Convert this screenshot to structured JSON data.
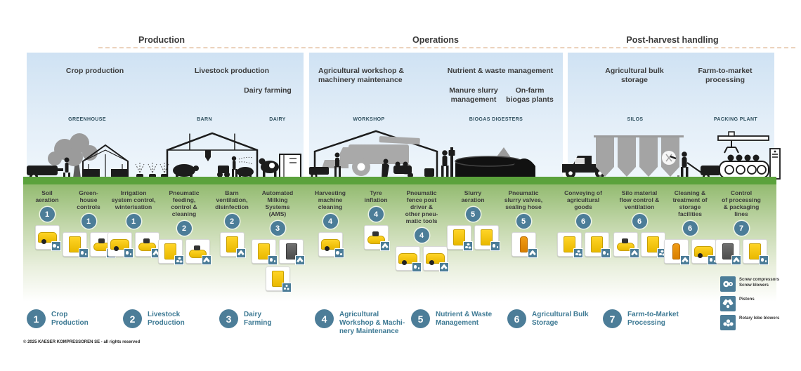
{
  "colors": {
    "accent_blue": "#4c7d98",
    "equipment_yellow": "#f3c300",
    "grass_green": "#5ba23c",
    "legend_text_blue": "#3e7a94",
    "sky_blue": "#cfe2f3"
  },
  "header": {
    "sections": [
      {
        "title": "Production"
      },
      {
        "title": "Operations"
      },
      {
        "title": "Post-harvest handling"
      }
    ]
  },
  "areas": [
    {
      "label": "Crop production"
    },
    {
      "label": "Livestock production"
    },
    {
      "label": "Dairy farming"
    },
    {
      "label": "Agricultural workshop &\nmachinery maintenance"
    },
    {
      "label": "Nutrient & waste management"
    },
    {
      "label": "Manure slurry\nmanagement"
    },
    {
      "label": "On-farm\nbiogas plants"
    },
    {
      "label": "Agricultural bulk\nstorage"
    },
    {
      "label": "Farm-to-market\nprocessing"
    }
  ],
  "buildings": [
    {
      "label": "GREENHOUSE"
    },
    {
      "label": "BARN"
    },
    {
      "label": "DAIRY"
    },
    {
      "label": "WORKSHOP"
    },
    {
      "label": "BIOGAS DIGESTERS"
    },
    {
      "label": "SILOS"
    },
    {
      "label": "PACKING PLANT"
    }
  ],
  "applications": [
    {
      "label": "Soil\naeration",
      "number": "1",
      "equipment": [
        "screw-compressor"
      ]
    },
    {
      "label": "Green-\nhouse\ncontrols",
      "number": "1",
      "equipment": [
        "screw-compressor",
        "piston-compressor"
      ]
    },
    {
      "label": "Irrigation\nsystem control,\nwinterisation",
      "number": "1",
      "equipment": [
        "screw-compressor",
        "piston-compressor"
      ]
    },
    {
      "label": "Pneumatic\nfeeding,\ncontrol &\ncleaning",
      "number": "2",
      "equipment": [
        "rotary-lobe-blower",
        "piston-compressor"
      ]
    },
    {
      "label": "Barn\nventilation,\ndisinfection",
      "number": "2",
      "equipment": [
        "piston-compressor"
      ]
    },
    {
      "label": "Automated\nMilking\nSystems\n(AMS)",
      "number": "3",
      "equipment": [
        "screw-compressor",
        "piston-compressor",
        "rotary-lobe-blower"
      ]
    },
    {
      "label": "Harvesting\nmachine\ncleaning",
      "number": "4",
      "equipment": [
        "screw-compressor"
      ]
    },
    {
      "label": "Tyre\ninflation",
      "number": "4",
      "equipment": [
        "piston-compressor"
      ]
    },
    {
      "label": "Pneumatic\nfence post\ndriver &\nother pneu-\nmatic tools",
      "number": "4",
      "equipment": [
        "screw-compressor",
        "piston-compressor"
      ]
    },
    {
      "label": "Slurry\naeration",
      "number": "5",
      "equipment": [
        "rotary-lobe-blower",
        "screw-compressor"
      ]
    },
    {
      "label": "Pneumatic\nslurry valves,\nsealing hose",
      "number": "5",
      "equipment": [
        "piston-compressor"
      ]
    },
    {
      "label": "Conveying of\nagricultural\ngoods",
      "number": "6",
      "equipment": [
        "rotary-lobe-blower",
        "screw-compressor"
      ]
    },
    {
      "label": "Silo material\nflow control &\nventilation",
      "number": "6",
      "equipment": [
        "piston-compressor",
        "rotary-lobe-blower"
      ]
    },
    {
      "label": "Cleaning &\ntreatment of\nstorage\nfacilities",
      "number": "6",
      "equipment": [
        "piston-compressor",
        "screw-compressor"
      ]
    },
    {
      "label": "Control\nof processing\n& packaging\nlines",
      "number": "7",
      "equipment": [
        "piston-compressor",
        "screw-compressor"
      ]
    }
  ],
  "legend": {
    "numbered": [
      {
        "number": "1",
        "label": "Crop\nProduction"
      },
      {
        "number": "2",
        "label": "Livestock\nProduction"
      },
      {
        "number": "3",
        "label": "Dairy\nFarming"
      },
      {
        "number": "4",
        "label": "Agricultural\nWorkshop & Machi-\nnery Maintenance"
      },
      {
        "number": "5",
        "label": "Nutrient & Waste\nManagement"
      },
      {
        "number": "6",
        "label": "Agricultural Bulk\nStorage"
      },
      {
        "number": "7",
        "label": "Farm-to-Market\nProcessing"
      }
    ],
    "technologies": [
      {
        "icon": "screw-compressor-icon",
        "label": "Screw compressors\nScrew blowers"
      },
      {
        "icon": "piston-icon",
        "label": "Pistons"
      },
      {
        "icon": "rotary-lobe-blower-icon",
        "label": "Rotary lobe blowers"
      }
    ]
  },
  "footer": {
    "copyright": "© 2025 KAESER KOMPRESSOREN SE - all rights reserved"
  }
}
